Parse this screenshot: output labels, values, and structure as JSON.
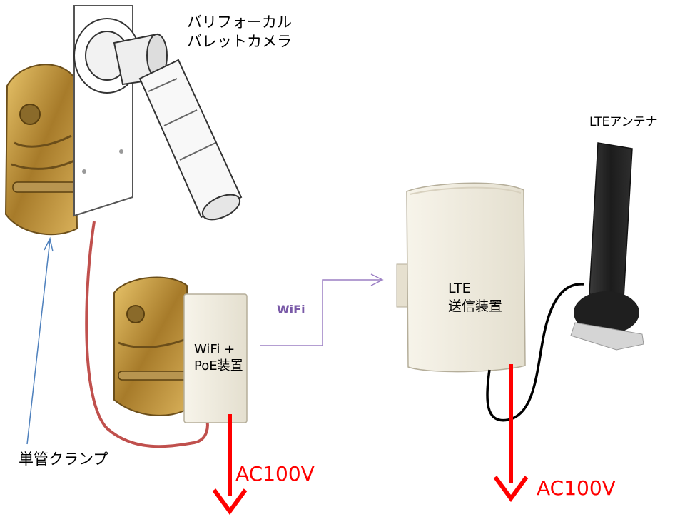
{
  "labels": {
    "camera_line1": "バリフォーカル",
    "camera_line2": "バレットカメラ",
    "antenna": "LTEアンテナ",
    "clamp": "単管クランプ",
    "wifi": "WiFi",
    "poe_line1": "WiFi +",
    "poe_line2": "PoE装置",
    "lte_line1": "LTE",
    "lte_line2": "送信装置",
    "ac_power_1": "AC100V",
    "ac_power_2": "AC100V"
  },
  "colors": {
    "power_arrow": "#ff0000",
    "wifi_link": "#9b7fc4",
    "poe_cable": "#c0504d",
    "clamp_pointer": "#4f81bd",
    "antenna_cable": "#000000",
    "device_housing": "#efeadc"
  },
  "icons": [
    "bullet-camera-icon",
    "pipe-clamp-icon",
    "wifi-poe-unit-icon",
    "lte-transmitter-icon",
    "lte-antenna-icon"
  ]
}
